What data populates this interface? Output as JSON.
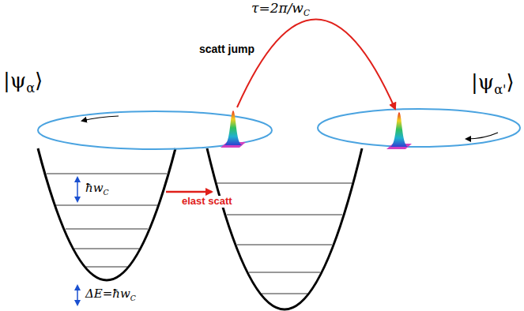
{
  "diagram": {
    "labels": [
      "τ=2π/w",
      "C",
      "scatt jump",
      "|ψ",
      "α",
      "⟩",
      "|ψ",
      "α'",
      "⟩",
      "ħw",
      "C",
      "elast scatt",
      "ΔE=ħw",
      "C"
    ]
  }
}
